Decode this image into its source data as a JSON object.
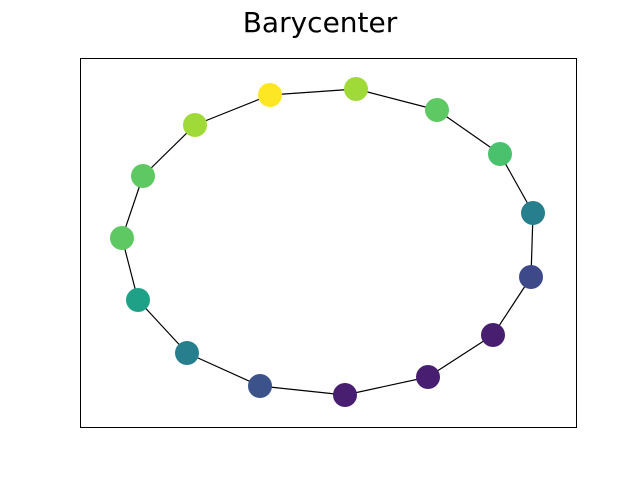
{
  "figure": {
    "title": "Barycenter"
  },
  "graph": {
    "layout": "cycle",
    "edge_color": "#000000",
    "axes_frame": true,
    "colormap": "viridis",
    "nodes": [
      {
        "id": 0,
        "color": "#fde725"
      },
      {
        "id": 1,
        "color": "#a0da39"
      },
      {
        "id": 2,
        "color": "#5ec962"
      },
      {
        "id": 3,
        "color": "#5ec962"
      },
      {
        "id": 4,
        "color": "#1fa187"
      },
      {
        "id": 5,
        "color": "#277f8e"
      },
      {
        "id": 6,
        "color": "#3b528b"
      },
      {
        "id": 7,
        "color": "#481f70"
      },
      {
        "id": 8,
        "color": "#481f70"
      },
      {
        "id": 9,
        "color": "#481f70"
      },
      {
        "id": 10,
        "color": "#3e4989"
      },
      {
        "id": 11,
        "color": "#277f8e"
      },
      {
        "id": 12,
        "color": "#4ac16d"
      },
      {
        "id": 13,
        "color": "#5ec962"
      },
      {
        "id": 14,
        "color": "#a0da39"
      }
    ],
    "edges": [
      [
        0,
        1
      ],
      [
        1,
        2
      ],
      [
        2,
        3
      ],
      [
        3,
        4
      ],
      [
        4,
        5
      ],
      [
        5,
        6
      ],
      [
        6,
        7
      ],
      [
        7,
        8
      ],
      [
        8,
        9
      ],
      [
        9,
        10
      ],
      [
        10,
        11
      ],
      [
        11,
        12
      ],
      [
        12,
        13
      ],
      [
        13,
        14
      ],
      [
        14,
        0
      ]
    ]
  }
}
